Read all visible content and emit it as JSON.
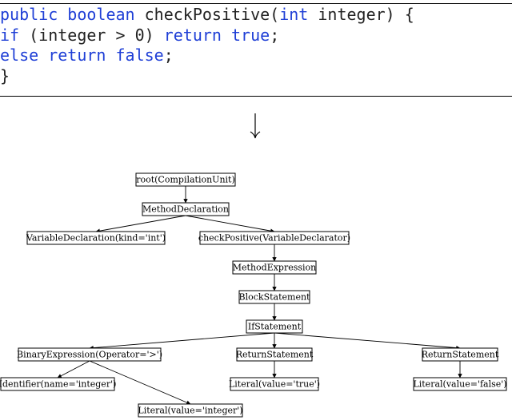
{
  "code": {
    "lines": [
      [
        {
          "t": "public",
          "k": true
        },
        {
          "t": " ",
          "k": false
        },
        {
          "t": "boolean",
          "k": true
        },
        {
          "t": " checkPositive(",
          "k": false
        },
        {
          "t": "int",
          "k": true
        },
        {
          "t": " integer) {",
          "k": false
        }
      ],
      [
        {
          "t": "if",
          "k": true
        },
        {
          "t": " (integer > 0) ",
          "k": false
        },
        {
          "t": "return",
          "k": true
        },
        {
          "t": " ",
          "k": false
        },
        {
          "t": "true",
          "k": true
        },
        {
          "t": ";",
          "k": false
        }
      ],
      [
        {
          "t": "else",
          "k": true
        },
        {
          "t": " ",
          "k": false
        },
        {
          "t": "return",
          "k": true
        },
        {
          "t": " ",
          "k": false
        },
        {
          "t": "false",
          "k": true
        },
        {
          "t": ";",
          "k": false
        }
      ],
      [
        {
          "t": "}",
          "k": false
        }
      ]
    ]
  },
  "arrow_glyph": "↓",
  "colors": {
    "keyword": "#1f3fd6",
    "text": "#222222",
    "rule": "#000000"
  },
  "tree": {
    "nodes": [
      {
        "id": "root",
        "label": "root(CompilationUnit)"
      },
      {
        "id": "method",
        "label": "MethodDeclaration"
      },
      {
        "id": "vardecl",
        "label": "VariableDeclaration(kind='int')"
      },
      {
        "id": "checkpos",
        "label": "checkPositive(VariableDeclarator)"
      },
      {
        "id": "methexpr",
        "label": "MethodExpression"
      },
      {
        "id": "block",
        "label": "BlockStatement"
      },
      {
        "id": "ifstmt",
        "label": "IfStatement"
      },
      {
        "id": "binexpr",
        "label": "BinaryExpression(Operator='>')"
      },
      {
        "id": "ret1",
        "label": "ReturnStatement"
      },
      {
        "id": "ret2",
        "label": "ReturnStatement"
      },
      {
        "id": "ident",
        "label": "Identifier(name='integer')"
      },
      {
        "id": "lit1",
        "label": "Literal(value='true')"
      },
      {
        "id": "lit2",
        "label": "Literal(value='false')"
      },
      {
        "id": "lit3",
        "label": "Literal(value='integer')"
      }
    ],
    "edges": [
      [
        "root",
        "method"
      ],
      [
        "method",
        "vardecl"
      ],
      [
        "method",
        "checkpos"
      ],
      [
        "checkpos",
        "methexpr"
      ],
      [
        "methexpr",
        "block"
      ],
      [
        "block",
        "ifstmt"
      ],
      [
        "ifstmt",
        "binexpr"
      ],
      [
        "ifstmt",
        "ret1"
      ],
      [
        "ifstmt",
        "ret2"
      ],
      [
        "binexpr",
        "ident"
      ],
      [
        "binexpr",
        "lit3"
      ],
      [
        "ret1",
        "lit1"
      ],
      [
        "ret2",
        "lit2"
      ]
    ]
  }
}
